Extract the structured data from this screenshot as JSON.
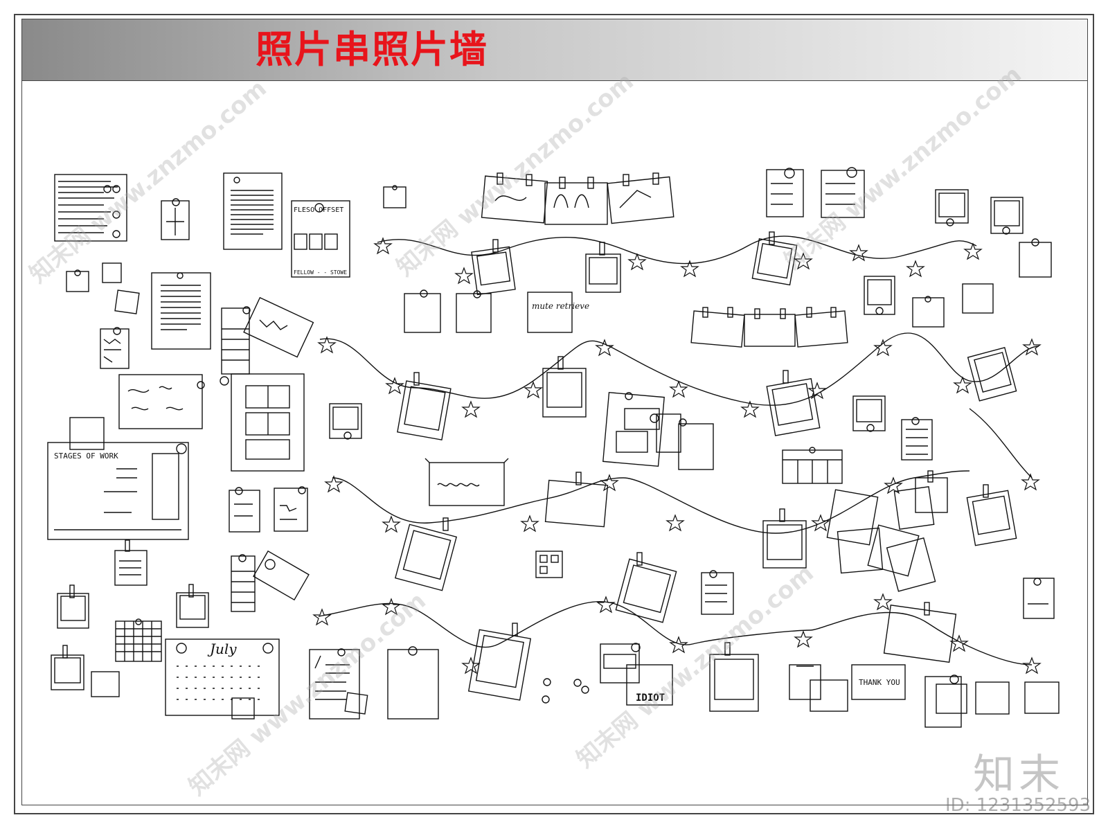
{
  "title": "照片串照片墙",
  "title_color": "#e8141b",
  "stroke_color": "#111111",
  "notes": {
    "fleso_top": "FLESO OFFSET",
    "fleso_bottom": "FELLOW - - STOWE",
    "stages": "STAGES OF WORK",
    "mute": "mute retrieve",
    "calendar": "July",
    "thank_you": "THANK YOU",
    "idiot": "IDIOT"
  },
  "watermark": "知末网 www.znzmo.com",
  "brand": "知末",
  "id_label": "ID: 1231352593",
  "string_lines": [
    {
      "name": "string-line-1"
    },
    {
      "name": "string-line-2"
    },
    {
      "name": "string-line-3"
    },
    {
      "name": "string-line-4"
    },
    {
      "name": "string-line-5"
    }
  ]
}
